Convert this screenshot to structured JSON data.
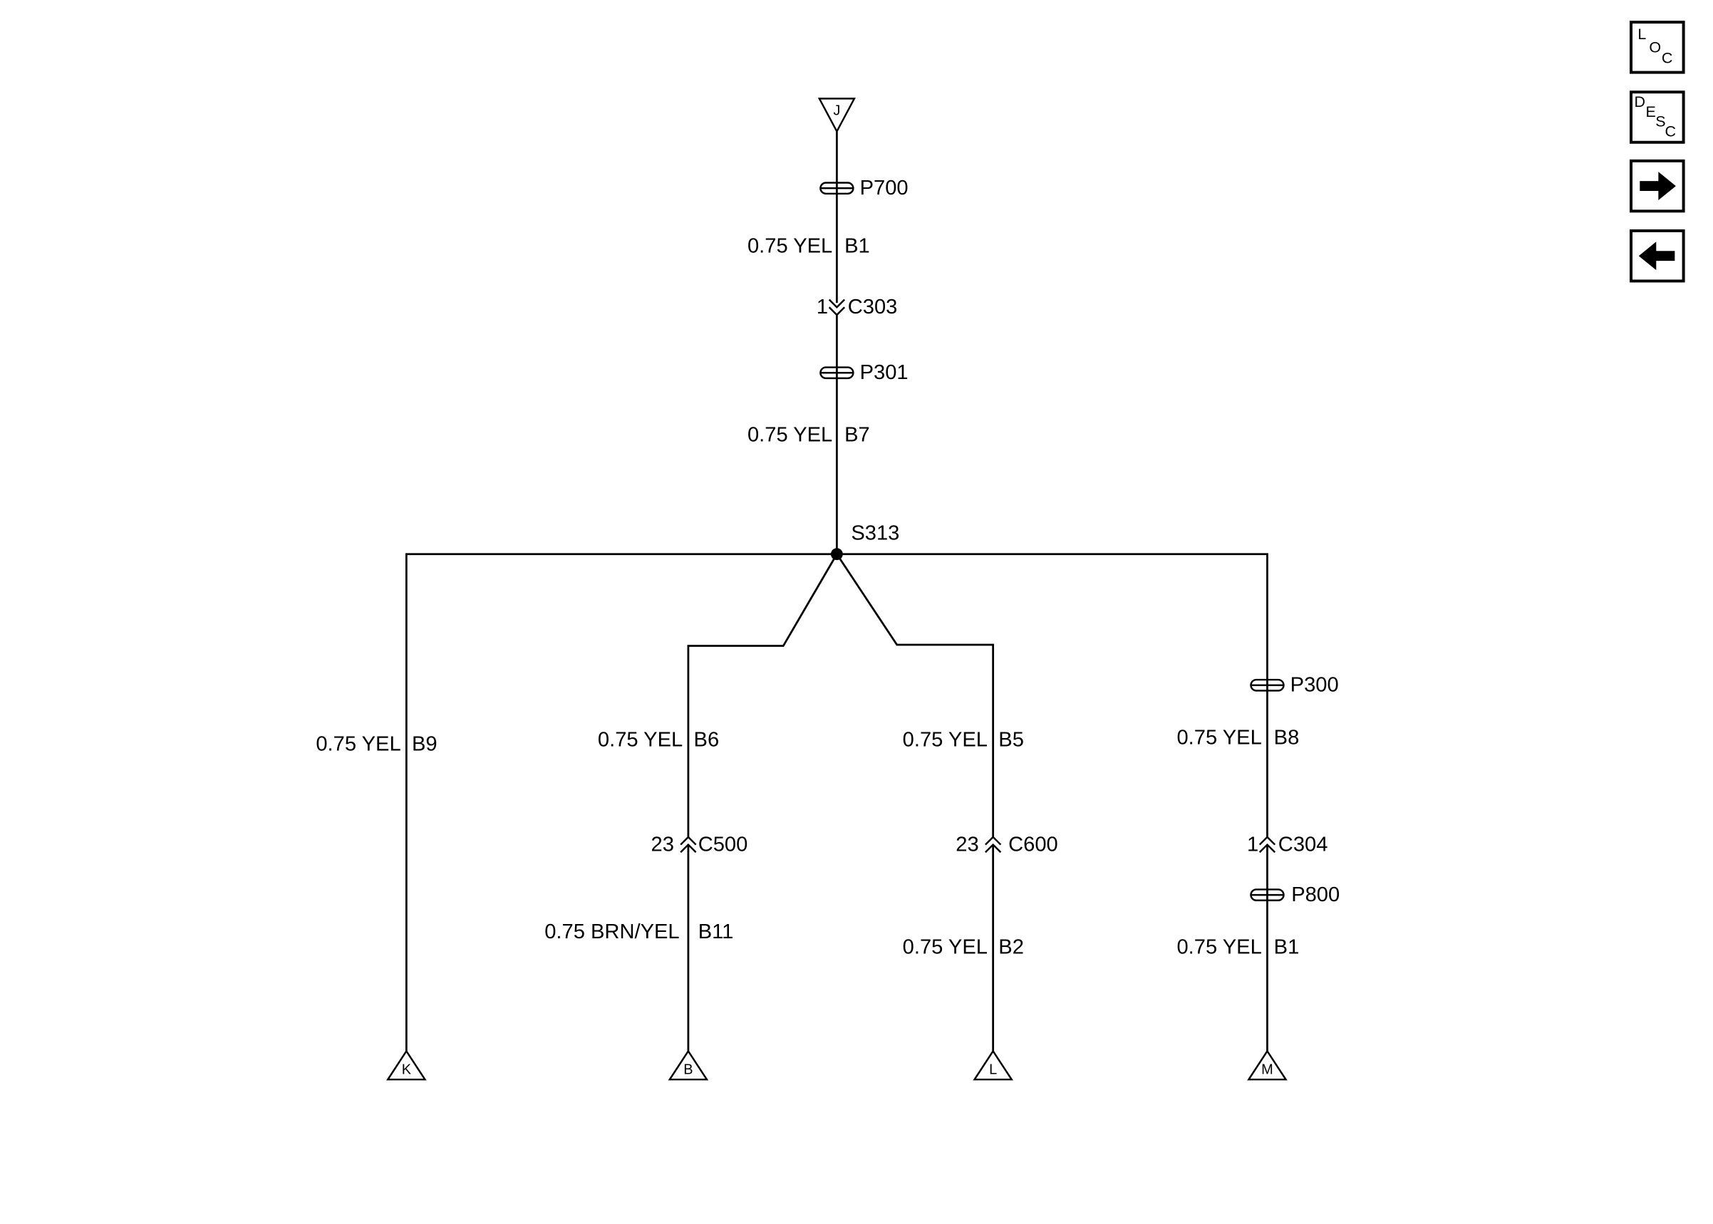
{
  "nav": {
    "loc": [
      "L",
      "O",
      "C"
    ],
    "desc": [
      "D",
      "E",
      "S",
      "C"
    ],
    "next_icon": "right-arrow-icon",
    "prev_icon": "left-arrow-icon"
  },
  "diagram": {
    "top_ref": "J",
    "trunk": {
      "pass_upper": "P700",
      "wire_upper": {
        "size_color": "0.75 YEL",
        "circuit": "B1"
      },
      "connector": {
        "pin": "1",
        "name": "C303"
      },
      "pass_lower": "P301",
      "wire_lower": {
        "size_color": "0.75 YEL",
        "circuit": "B7"
      }
    },
    "splice": "S313",
    "branches": [
      {
        "ref": "K",
        "wire_upper": {
          "size_color": "0.75 YEL",
          "circuit": "B9"
        }
      },
      {
        "ref": "B",
        "wire_upper": {
          "size_color": "0.75 YEL",
          "circuit": "B6"
        },
        "connector": {
          "pin": "23",
          "name": "C500"
        },
        "wire_lower": {
          "size_color": "0.75 BRN/YEL",
          "circuit": "B11"
        }
      },
      {
        "ref": "L",
        "wire_upper": {
          "size_color": "0.75 YEL",
          "circuit": "B5"
        },
        "connector": {
          "pin": "23",
          "name": "C600"
        },
        "wire_lower": {
          "size_color": "0.75 YEL",
          "circuit": "B2"
        }
      },
      {
        "ref": "M",
        "pass_upper": "P300",
        "wire_upper": {
          "size_color": "0.75 YEL",
          "circuit": "B8"
        },
        "connector": {
          "pin": "1",
          "name": "C304"
        },
        "pass_lower": "P800",
        "wire_lower": {
          "size_color": "0.75 YEL",
          "circuit": "B1"
        }
      }
    ]
  }
}
